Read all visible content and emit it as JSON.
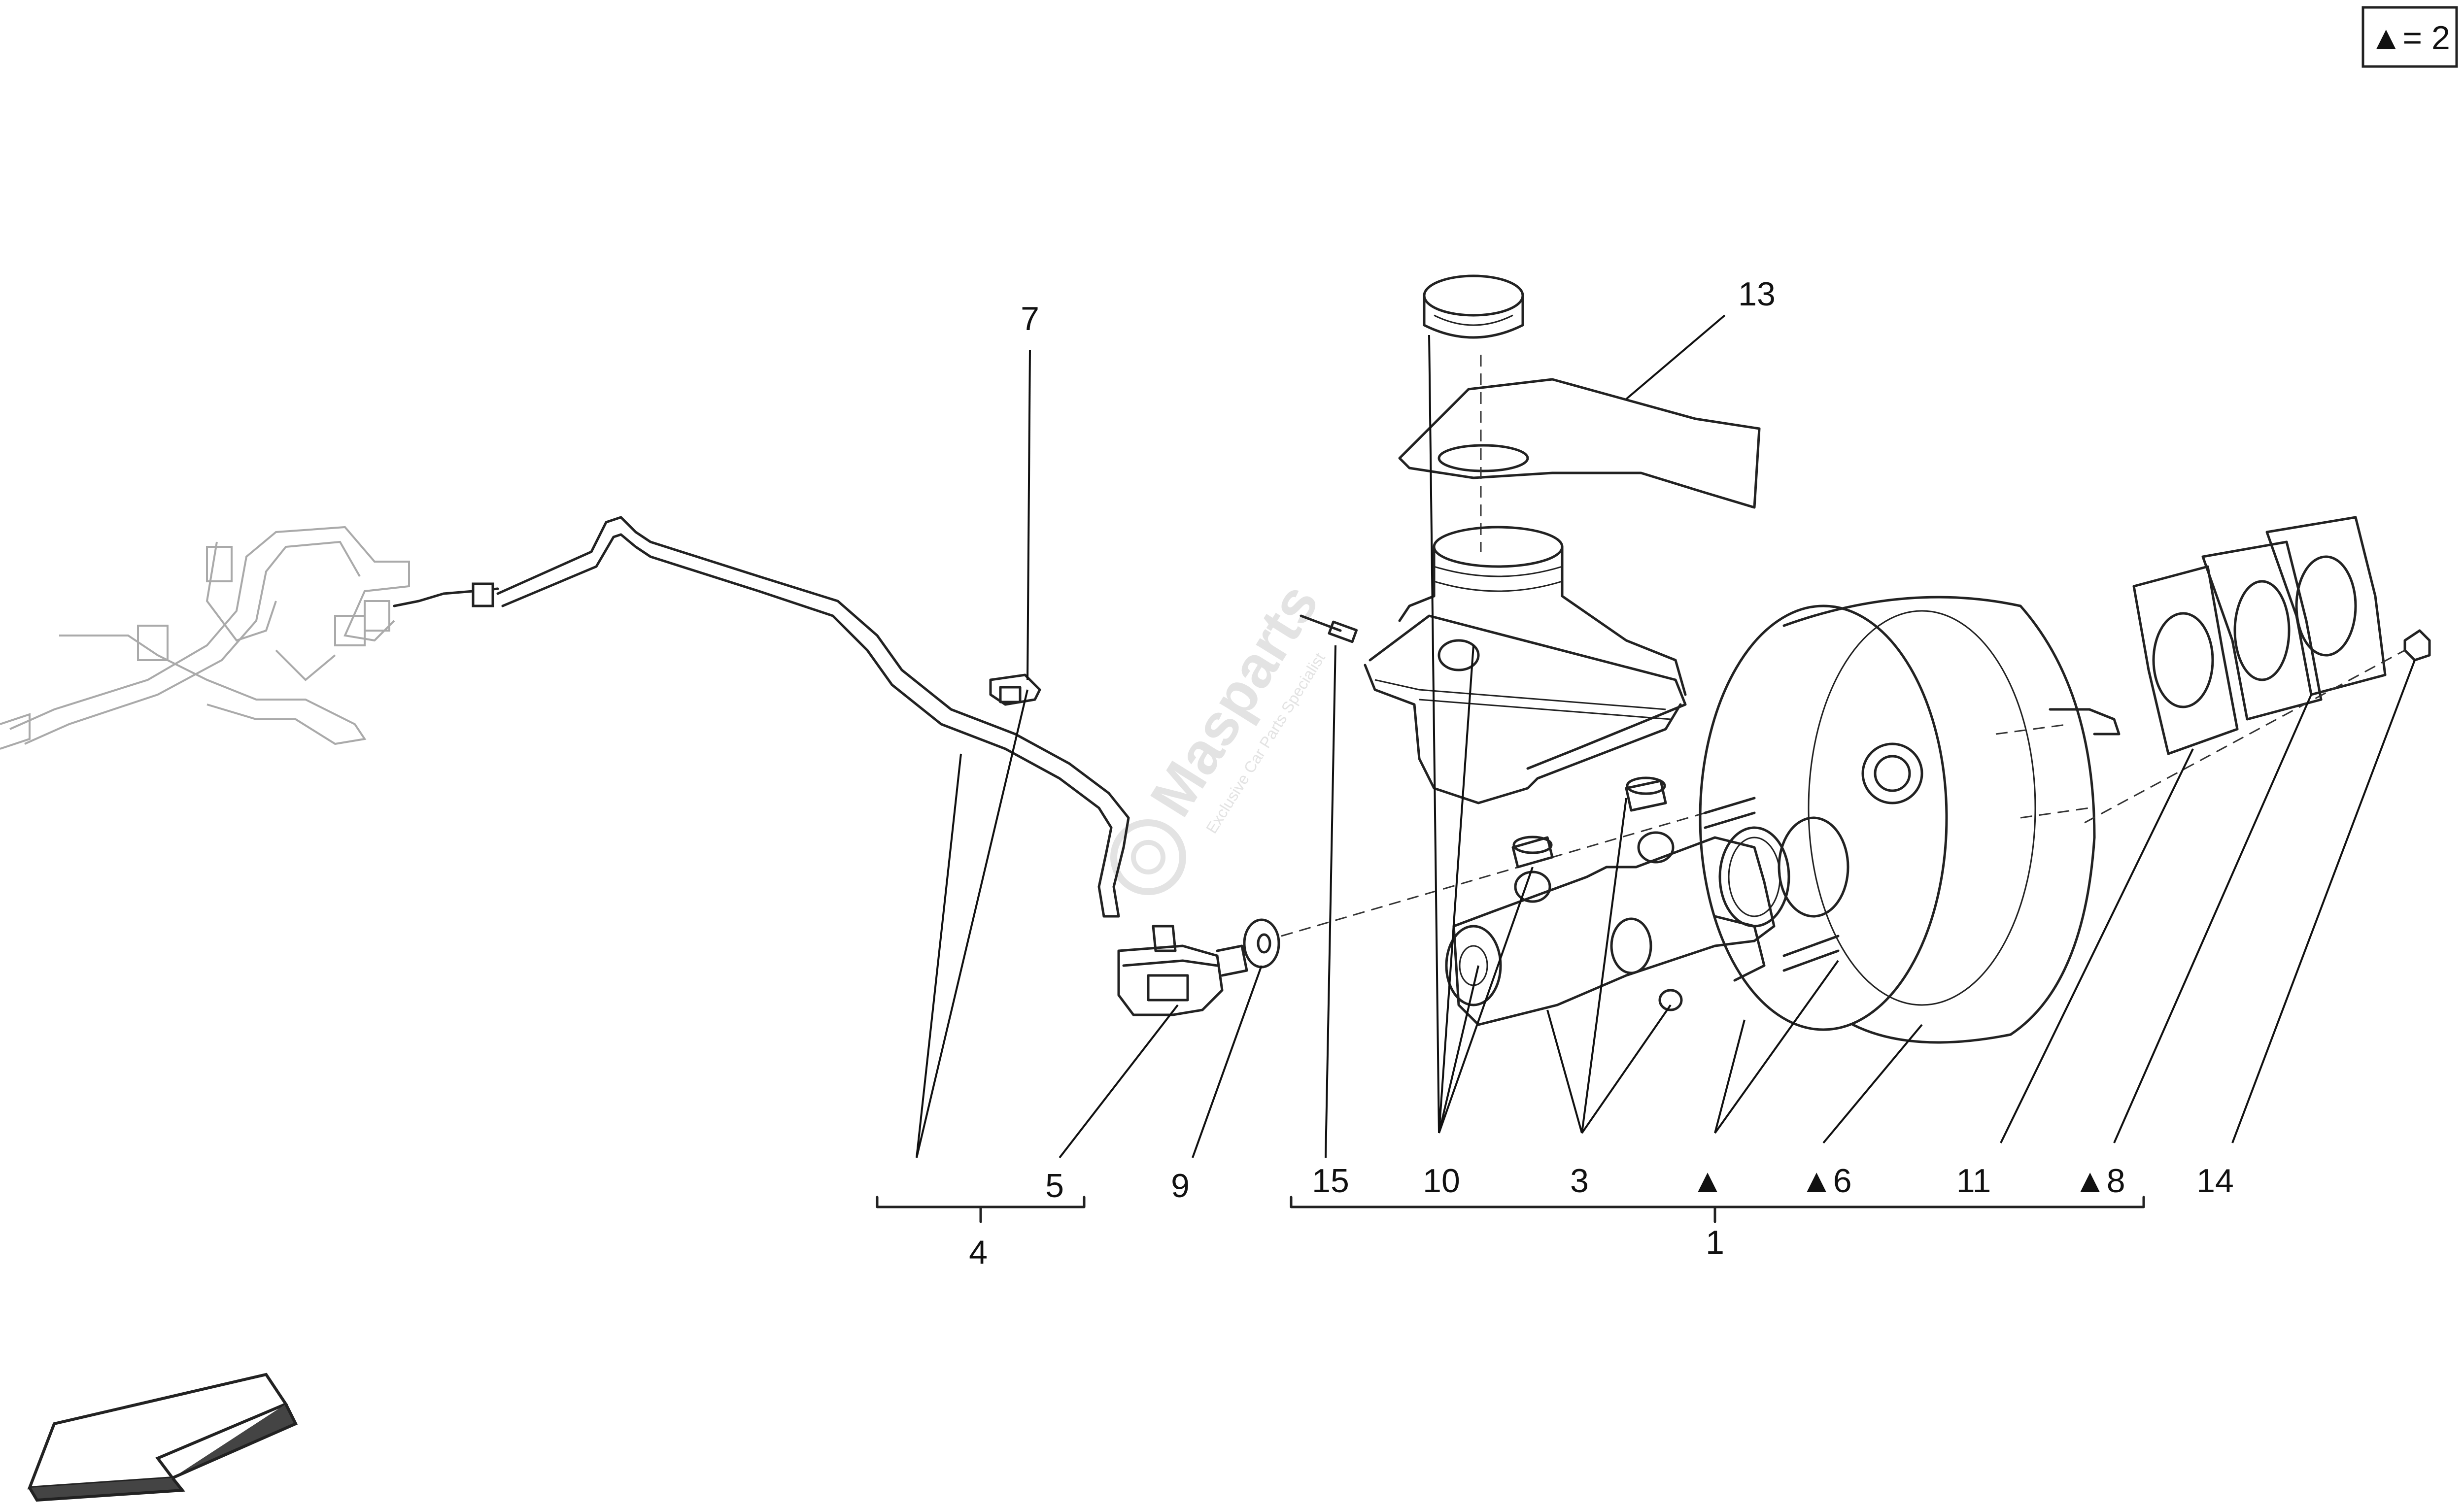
{
  "legend": {
    "text": "▲= 2"
  },
  "watermark": {
    "brand": "Masparts",
    "tagline": "Exclusive Car Parts Specialist"
  },
  "callouts": [
    {
      "id": "c7",
      "text": "7"
    },
    {
      "id": "c13",
      "text": "13"
    },
    {
      "id": "c5",
      "text": "5"
    },
    {
      "id": "c9",
      "text": "9"
    },
    {
      "id": "c15",
      "text": "15"
    },
    {
      "id": "c10",
      "text": "10"
    },
    {
      "id": "c3",
      "text": "3"
    },
    {
      "id": "ctri",
      "text": "▲"
    },
    {
      "id": "c6",
      "text": "▲6"
    },
    {
      "id": "c11",
      "text": "11"
    },
    {
      "id": "c8",
      "text": "▲8"
    },
    {
      "id": "c14",
      "text": "14"
    },
    {
      "id": "c4",
      "text": "4"
    },
    {
      "id": "c1",
      "text": "1"
    }
  ]
}
